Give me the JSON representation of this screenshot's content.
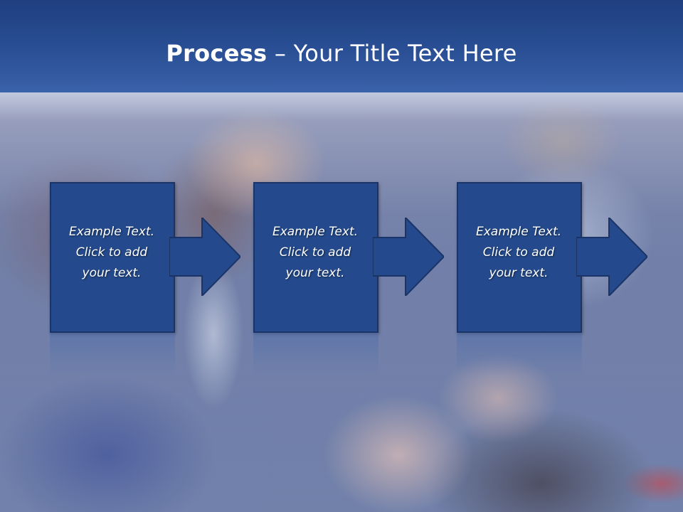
{
  "title": {
    "bold": "Process",
    "rest": " – Your Title Text Here"
  },
  "steps": [
    {
      "text": "Example Text.\nClick  to add\nyour text."
    },
    {
      "text": "Example Text.\nClick  to add\nyour text."
    },
    {
      "text": "Example Text.\nClick  to add\nyour text."
    }
  ],
  "colors": {
    "box_fill": "#244a8d",
    "title_bar": "#2a4f95"
  }
}
